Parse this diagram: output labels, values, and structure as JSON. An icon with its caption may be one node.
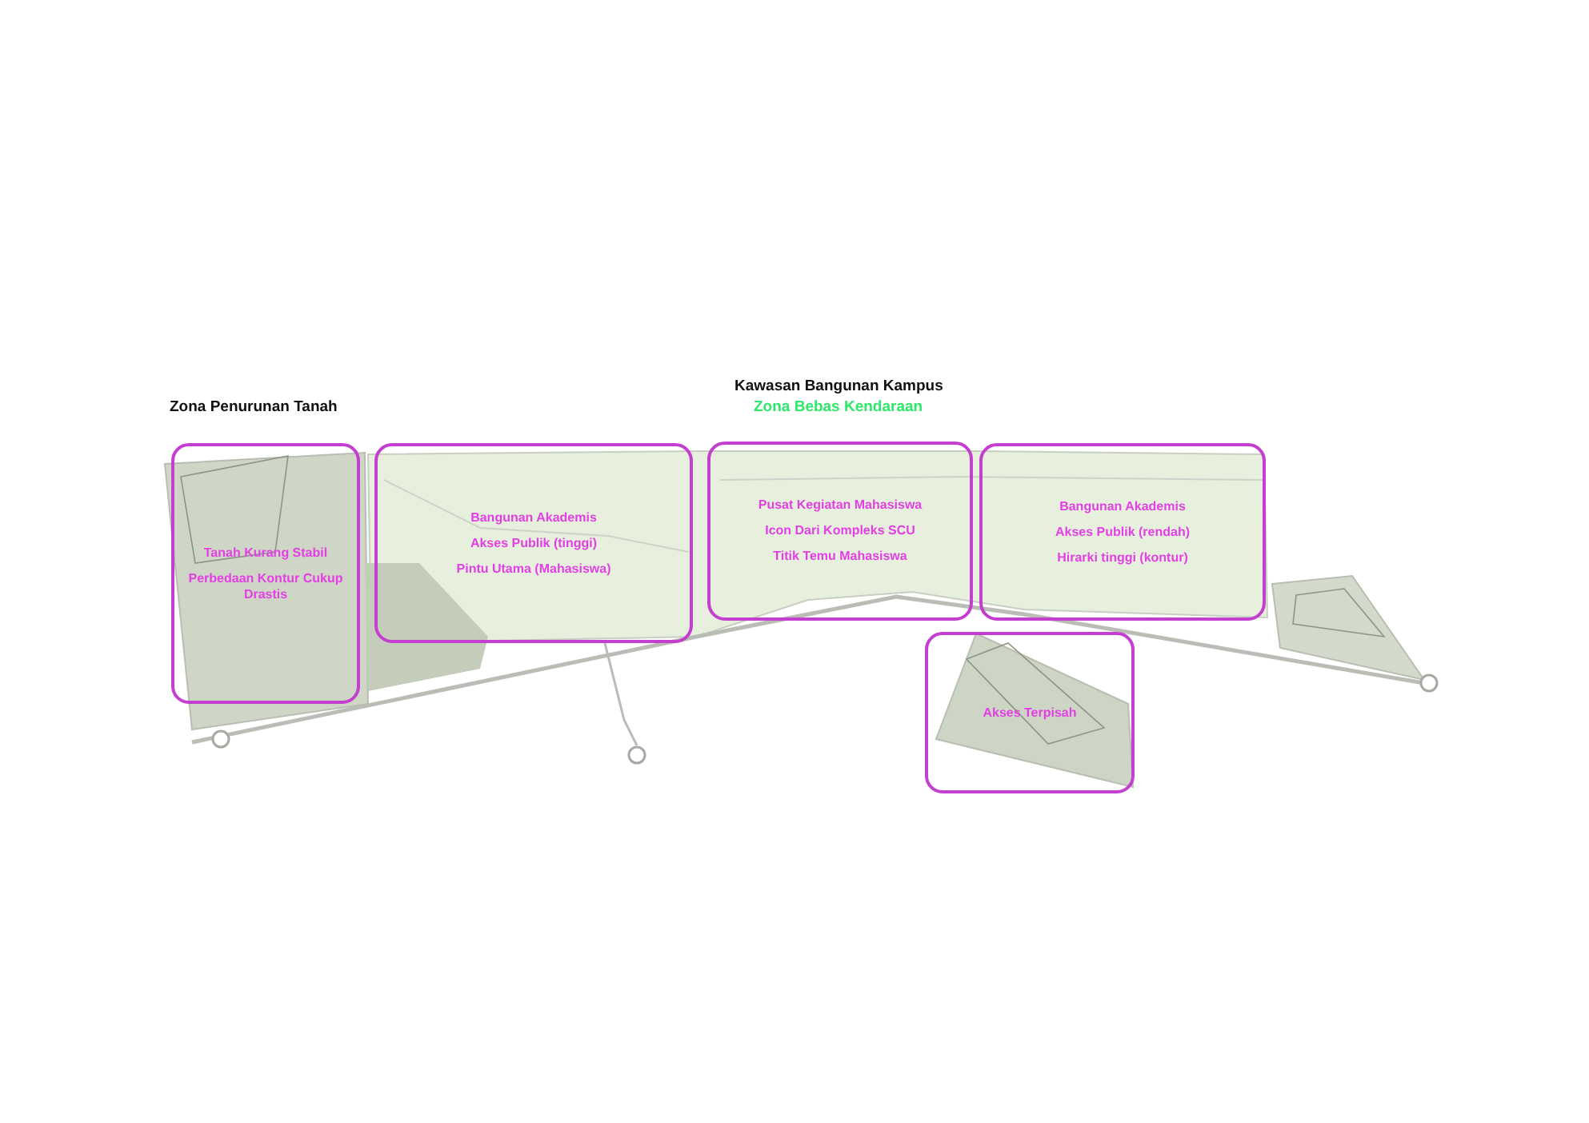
{
  "diagram": {
    "nodes": [
      {
        "text": [
          "Tanah Kurang Stabil",
          "Perbedaan Kontur Cukup Drastis"
        ]
      },
      {
        "text": [
          "Bangunan Akademis",
          "Akses Publik (tinggi)",
          "Pintu Utama (Mahasiswa)"
        ]
      },
      {
        "text": [
          "Pusat Kegiatan Mahasiswa",
          "Icon Dari Kompleks SCU",
          "Titik Temu Mahasiswa"
        ]
      },
      {
        "text": [
          "Bangunan Akademis",
          "Akses Publik (rendah)",
          "Hirarki tinggi (kontur)"
        ]
      },
      {
        "text": [
          "Akses Terpisah"
        ]
      }
    ],
    "labels": [
      "Zona Penurunan Tanah",
      "Kawasan Bangunan Kampus",
      "Zona Bebas Kendaraan"
    ]
  }
}
